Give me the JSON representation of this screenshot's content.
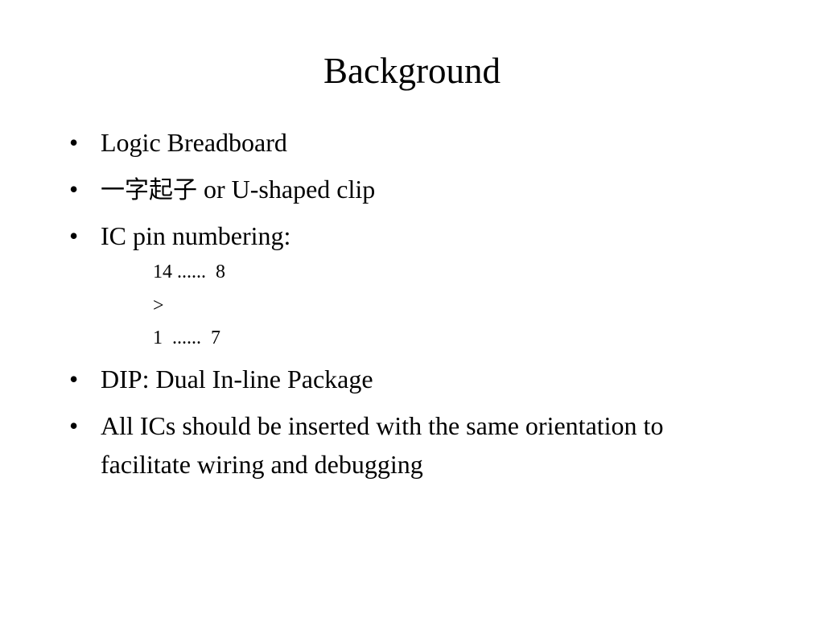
{
  "slide": {
    "title": "Background",
    "bullets": [
      {
        "text": "Logic Breadboard"
      },
      {
        "cjk": "一字起子",
        "text": " or U-shaped clip"
      },
      {
        "text": "IC pin numbering:"
      },
      {
        "text": "DIP: Dual In-line Package"
      },
      {
        "text": "All ICs should be inserted with the same orientation to facilitate wiring and debugging"
      }
    ],
    "bullet_symbol": "•",
    "pin_lines": [
      "14 ......  8",
      ">",
      "1  ......  7"
    ]
  }
}
